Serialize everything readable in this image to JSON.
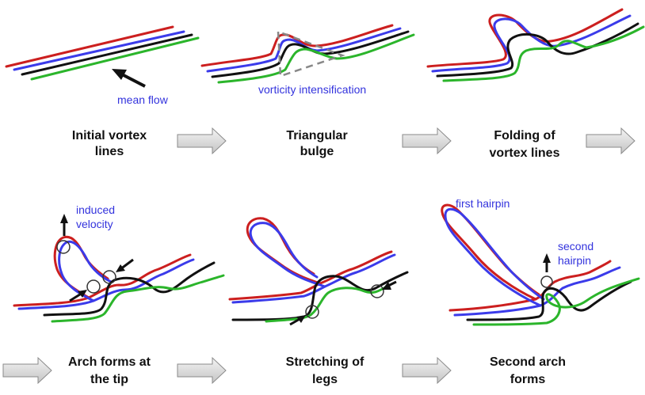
{
  "stages": [
    {
      "label_line1": "Initial vortex",
      "label_line2": "lines"
    },
    {
      "label_line1": "Triangular",
      "label_line2": "bulge"
    },
    {
      "label_line1": "Folding of",
      "label_line2": "vortex lines"
    },
    {
      "label_line1": "Arch forms at",
      "label_line2": "the tip"
    },
    {
      "label_line1": "Stretching of",
      "label_line2": "legs"
    },
    {
      "label_line1": "Second arch",
      "label_line2": "forms"
    }
  ],
  "annotations": {
    "mean_flow": "mean flow",
    "vorticity": "vorticity intensification",
    "induced_line1": "induced",
    "induced_line2": "velocity",
    "first_hairpin": "first hairpin",
    "second_line1": "second",
    "second_line2": "hairpin"
  },
  "colors": {
    "red": "#cc1f1f",
    "blue": "#3b3bea",
    "black": "#111111",
    "green": "#2bb52b",
    "annotation_text": "#3333dd",
    "arrow_fill": "#d6d6d6"
  }
}
